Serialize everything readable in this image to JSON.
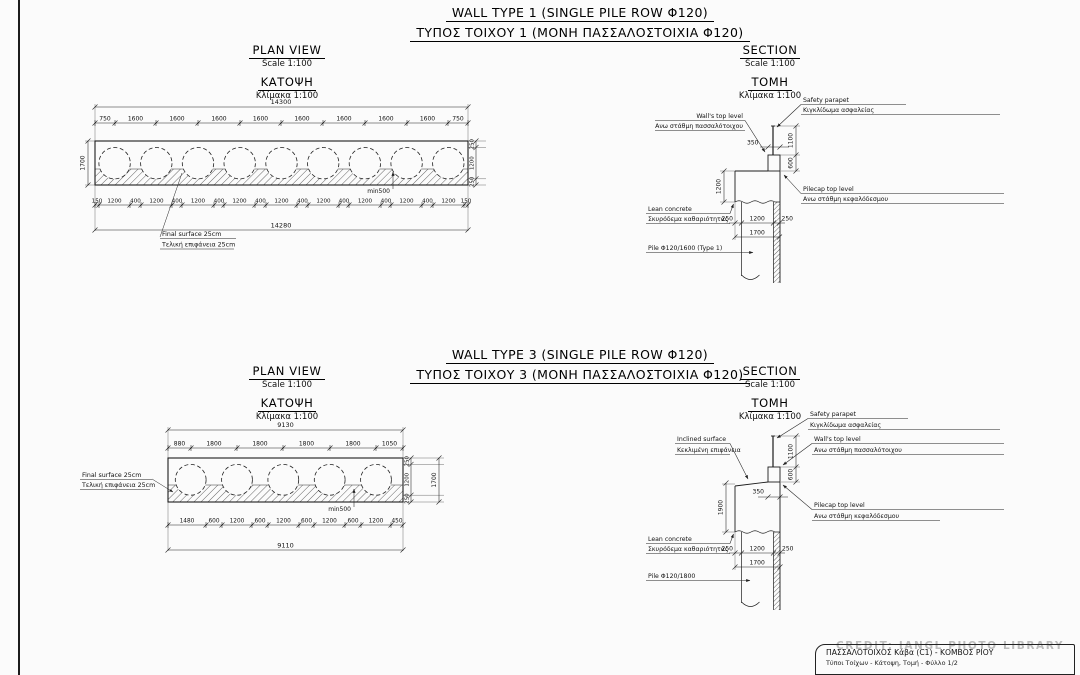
{
  "sheet": {
    "watermark": "CREDIT: IANGL PHOTO LIBRARY",
    "title_block": {
      "line1": "ΠΑΣΣΑΛΟΤΟΙΧΟΣ  Κάβα (C1) - ΚΟΜΒΟΣ ΡΙΟΥ",
      "line2": "Τύποι Τοίχων - Κάτοψη, Τομή - Φύλλο 1/2"
    },
    "line_color": "#1c1c1c"
  },
  "wall1": {
    "title_en": "WALL TYPE 1 (SINGLE PILE ROW Φ120)",
    "title_gr": "ΤΥΠΟΣ ΤΟΙΧΟΥ 1 (ΜΟΝΗ ΠΑΣΣΑΛΟΣΤΟΙΧΙΑ Φ120)",
    "plan": {
      "heading_en": "PLAN VIEW",
      "scale_en": "Scale 1:100",
      "heading_gr": "ΚΑΤΟΨΗ",
      "scale_gr": "Κλίμακα 1:100",
      "total_top": "14300",
      "total_bottom": "14280",
      "left_height": "1700",
      "right_dims": [
        "250",
        "1200",
        "250"
      ],
      "min_label": "min500",
      "surface_en": "Final surface 25cm",
      "surface_gr": "Τελική επιφάνεια 25cm",
      "dims_top": [
        "750",
        "1600",
        "1600",
        "1600",
        "1600",
        "1600",
        "1600",
        "1600",
        "1600",
        "750"
      ],
      "dims_bottom": [
        "150",
        "1200",
        "400",
        "1200",
        "400",
        "1200",
        "400",
        "1200",
        "400",
        "1200",
        "400",
        "1200",
        "400",
        "1200",
        "400",
        "1200",
        "400",
        "1200",
        "150"
      ]
    },
    "section": {
      "heading_en": "SECTION",
      "scale_en": "Scale 1:100",
      "heading_gr": "ΤΟΜΗ",
      "scale_gr": "Κλίμακα 1:100",
      "parapet_en": "Safety parapet",
      "parapet_gr": "Κιγκλίδωμα ασφαλείας",
      "walltop_en": "Wall's top level",
      "walltop_gr": "Ανω στάθμη πασσαλότοιχου",
      "pilecap_en": "Pilecap top level",
      "pilecap_gr": "Ανω στάθμη κεφαλόδεσμου",
      "lean_en": "Lean concrete",
      "lean_gr": "Σκυρόδεμα καθαριότητας",
      "pile_label": "Pile Φ120/1600 (Type 1)",
      "dims": {
        "d350": "350",
        "d1100": "1100",
        "d600": "600",
        "dvert": "1200",
        "d250l": "250",
        "dpile": "1200",
        "d250r": "250",
        "d1700": "1700"
      }
    }
  },
  "wall3": {
    "title_en": "WALL TYPE 3 (SINGLE PILE ROW Φ120)",
    "title_gr": "ΤΥΠΟΣ ΤΟΙΧΟΥ 3 (ΜΟΝΗ ΠΑΣΣΑΛΟΣΤΟΙΧΙΑ Φ120)",
    "plan": {
      "heading_en": "PLAN VIEW",
      "scale_en": "Scale 1:100",
      "heading_gr": "ΚΑΤΟΨΗ",
      "scale_gr": "Κλίμακα 1:100",
      "total_top": "9130",
      "total_bottom": "9110",
      "right_outer": "1700",
      "right_dims": [
        "250",
        "1200",
        "250"
      ],
      "min_label": "min500",
      "surface_en": "Final surface 25cm",
      "surface_gr": "Τελική επιφάνεια 25cm",
      "dims_top": [
        "880",
        "1800",
        "1800",
        "1800",
        "1800",
        "1050"
      ],
      "dims_bottom": [
        "1480",
        "600",
        "1200",
        "600",
        "1200",
        "600",
        "1200",
        "600",
        "1200",
        "450"
      ]
    },
    "section": {
      "heading_en": "SECTION",
      "scale_en": "Scale 1:100",
      "heading_gr": "ΤΟΜΗ",
      "scale_gr": "Κλίμακα 1:100",
      "parapet_en": "Safety parapet",
      "parapet_gr": "Κιγκλίδωμα ασφαλείας",
      "inclined_en": "Inclined surface",
      "inclined_gr": "Κεκλιμένη επιφάνεια",
      "walltop_en": "Wall's top level",
      "walltop_gr": "Ανω στάθμη πασσαλότοιχου",
      "pilecap_en": "Pilecap top level",
      "pilecap_gr": "Ανω στάθμη κεφαλόδεσμου",
      "lean_en": "Lean concrete",
      "lean_gr": "Σκυρόδεμα καθαριότητας",
      "pile_label": "Pile Φ120/1800",
      "dims": {
        "d350": "350",
        "d1100": "1100",
        "d600": "600",
        "dvert": "1900",
        "d250l": "250",
        "dpile": "1200",
        "d250r": "250",
        "d1700": "1700"
      }
    }
  }
}
